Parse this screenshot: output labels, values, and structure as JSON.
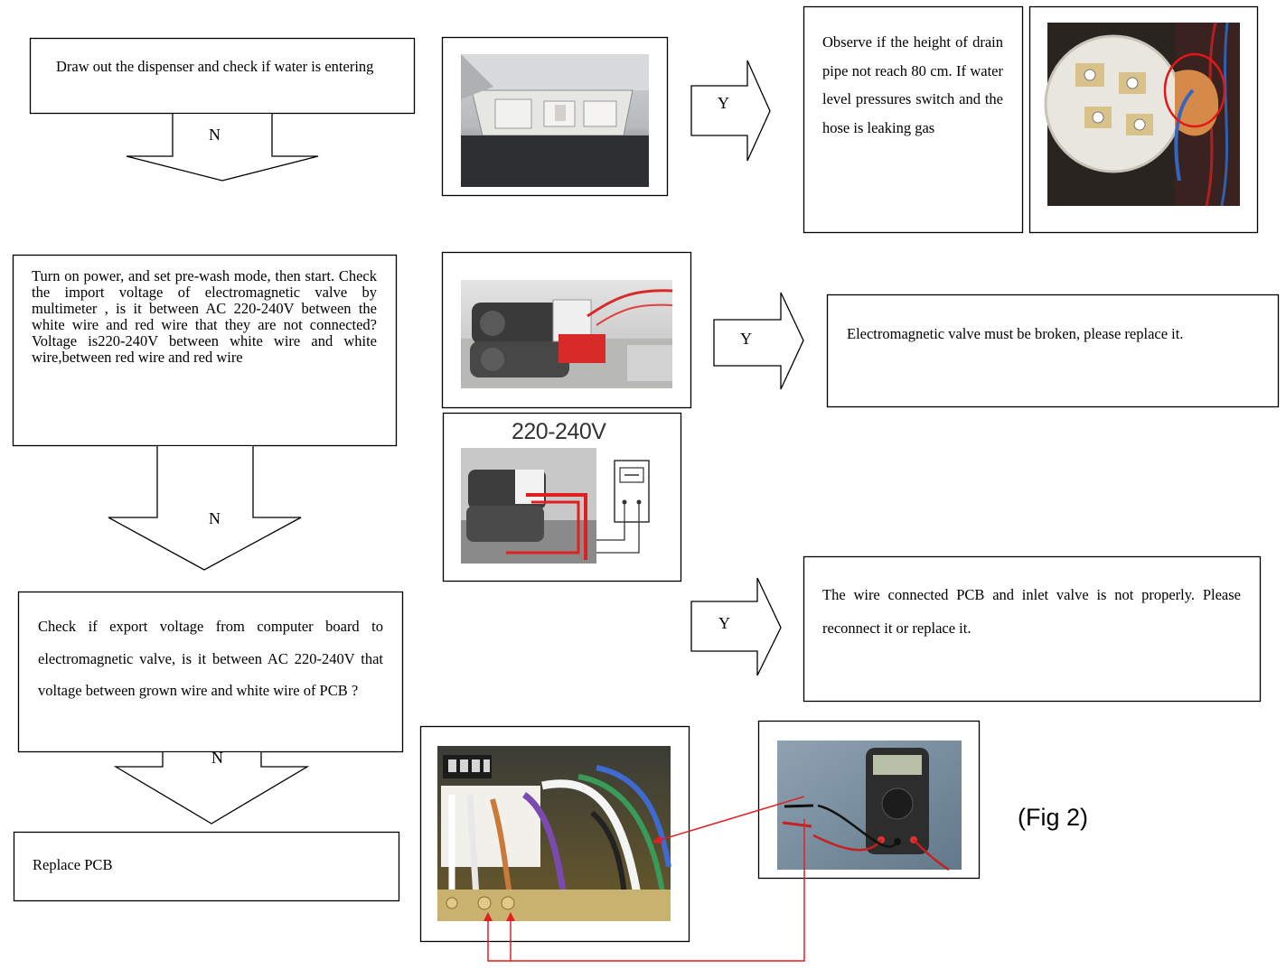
{
  "steps": {
    "step1": "Draw out the dispenser and check if water is entering",
    "step2": "Turn on power, and set pre-wash mode, then start. Check the import voltage of electromagnetic valve by multimeter , is it between AC 220-240V between the white wire and red wire that they are not connected?Voltage is220-240V between white wire and white wire,between red wire and red wire",
    "step3": "Check if export voltage from computer board to electromagnetic valve, is it between AC 220-240V that voltage between grown wire and white wire of PCB ?",
    "step4": "Replace PCB"
  },
  "results": {
    "result1": "Observe if the height of drain pipe not reach 80 cm. If water level pressures switch and the hose is leaking gas",
    "result2": "Electromagnetic valve must be broken, please replace it.",
    "result3": "The wire connected PCB and inlet valve is not properly. Please reconnect it or replace it."
  },
  "arrows": {
    "no": "N",
    "yes": "Y"
  },
  "photos": {
    "voltage_label": "220-240V"
  },
  "figure_label": "(Fig 2)",
  "colors": {
    "outline": "#000000",
    "wire_arrow": "#e02020",
    "photo_dark": "#2b2e31",
    "photo_light": "#d9dadc"
  }
}
